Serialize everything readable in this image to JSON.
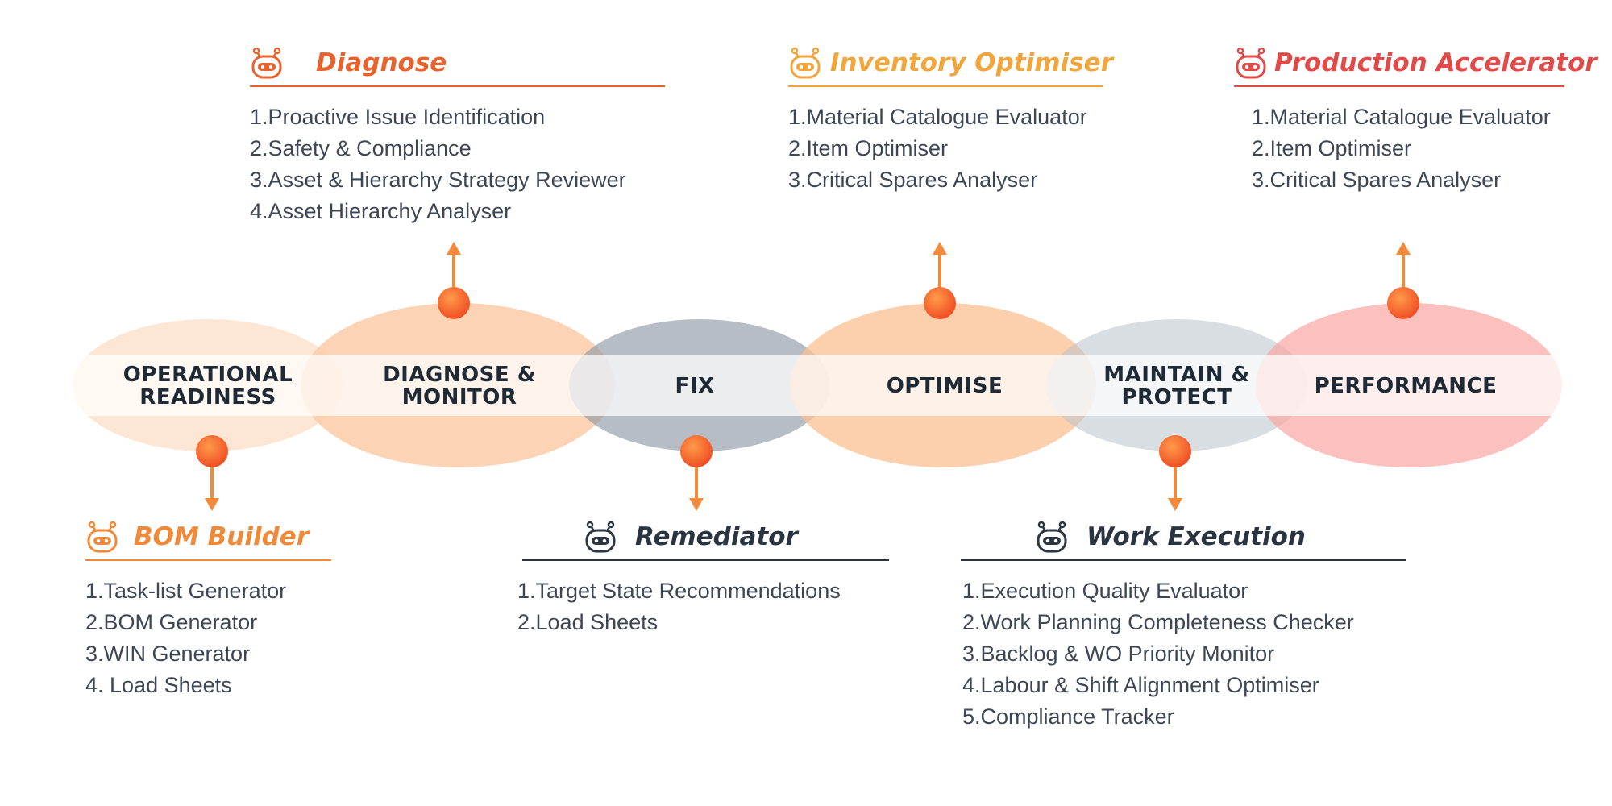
{
  "stages": [
    {
      "line1": "OPERATIONAL",
      "line2": "READINESS"
    },
    {
      "line1": "DIAGNOSE &",
      "line2": "MONITOR"
    },
    {
      "line1": "FIX",
      "line2": ""
    },
    {
      "line1": "OPTIMISE",
      "line2": ""
    },
    {
      "line1": "MAINTAIN &",
      "line2": "PROTECT"
    },
    {
      "line1": "PERFORMANCE",
      "line2": ""
    }
  ],
  "colors": {
    "accent_dot": "#f26a2e",
    "arrow": "#f28a3c",
    "orange_title": "#ef8a3a",
    "deep_orange_title": "#e8622e",
    "gold_title": "#f0a63d",
    "red_title": "#e04a48",
    "dark_title": "#2b3441"
  },
  "agents": {
    "diagnose": {
      "title": "Diagnose",
      "icon": "robot-icon",
      "items": [
        "1.Proactive Issue Identification",
        "2.Safety & Compliance",
        "3.Asset & Hierarchy Strategy Reviewer",
        "4.Asset Hierarchy Analyser"
      ]
    },
    "inventory": {
      "title": "Inventory Optimiser",
      "icon": "robot-icon",
      "items": [
        "1.Material Catalogue Evaluator",
        "2.Item Optimiser",
        "3.Critical Spares Analyser"
      ]
    },
    "production": {
      "title": "Production Accelerator",
      "icon": "robot-icon",
      "items": [
        "1.Material Catalogue Evaluator",
        "2.Item Optimiser",
        "3.Critical Spares Analyser"
      ]
    },
    "bom": {
      "title": "BOM Builder",
      "icon": "robot-icon",
      "items": [
        "1.Task-list Generator",
        "2.BOM Generator",
        "3.WIN Generator",
        "4. Load Sheets"
      ]
    },
    "remediator": {
      "title": "Remediator",
      "icon": "robot-icon",
      "items": [
        "1.Target State Recommendations",
        "2.Load Sheets"
      ]
    },
    "work": {
      "title": "Work Execution",
      "icon": "robot-icon",
      "items": [
        "1.Execution Quality Evaluator",
        "2.Work Planning Completeness Checker",
        "3.Backlog & WO Priority Monitor",
        "4.Labour & Shift Alignment Optimiser",
        "5.Compliance Tracker"
      ]
    }
  }
}
